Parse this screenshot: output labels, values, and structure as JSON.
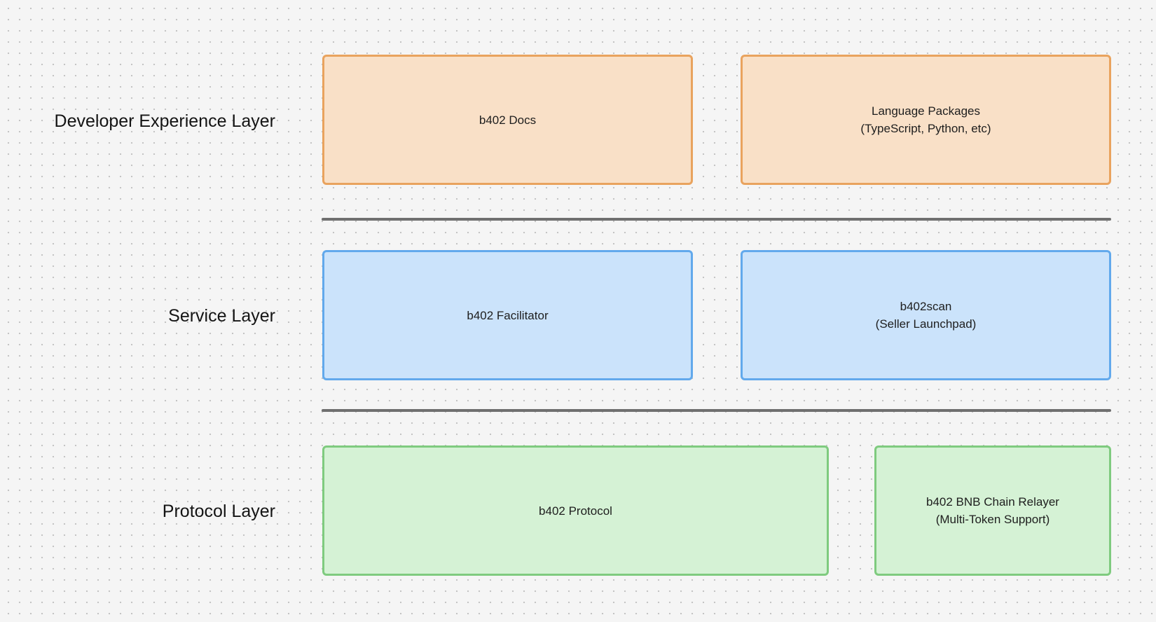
{
  "layers": {
    "developer_experience": {
      "label": "Developer Experience Layer",
      "boxes": [
        {
          "lines": [
            "b402 Docs"
          ]
        },
        {
          "lines": [
            "Language Packages",
            "(TypeScript, Python, etc)"
          ]
        }
      ]
    },
    "service": {
      "label": "Service Layer",
      "boxes": [
        {
          "lines": [
            "b402 Facilitator"
          ]
        },
        {
          "lines": [
            "b402scan",
            "(Seller Launchpad)"
          ]
        }
      ]
    },
    "protocol": {
      "label": "Protocol Layer",
      "boxes": [
        {
          "lines": [
            "b402 Protocol"
          ]
        },
        {
          "lines": [
            "b402 BNB Chain Relayer",
            "(Multi-Token Support)"
          ]
        }
      ]
    }
  },
  "colors": {
    "developer_experience_fill": "#f9e0c7",
    "developer_experience_border": "#e9a35e",
    "service_fill": "#cbe3fb",
    "service_border": "#62a9ec",
    "protocol_fill": "#d5f2d5",
    "protocol_border": "#7fcb7f",
    "divider": "#6f6f6f",
    "canvas_background": "#f5f5f5"
  }
}
